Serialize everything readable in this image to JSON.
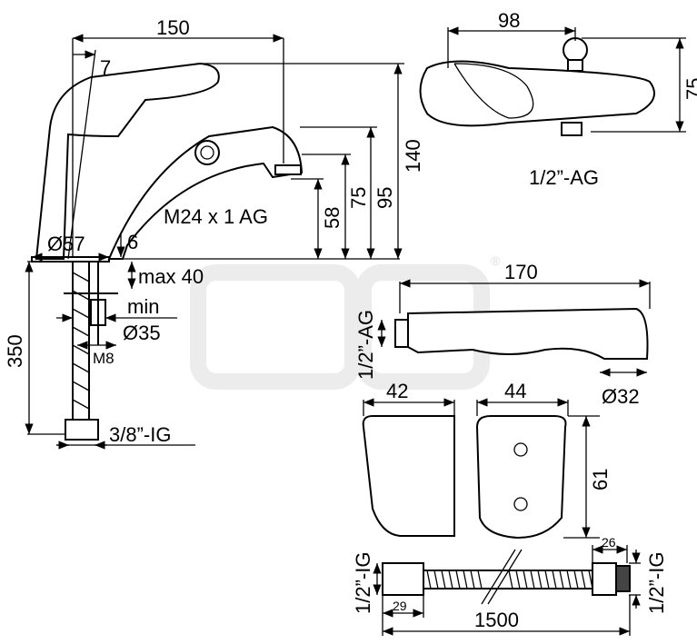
{
  "diagram": {
    "side_view": {
      "width_150": "150",
      "angle_7": "7",
      "height_140": "140",
      "height_95": "95",
      "height_75": "75",
      "height_58": "58",
      "thread_label": "M24 x 1 AG",
      "base_diameter": "Ø57",
      "base_6": "6"
    },
    "top_view": {
      "width_98": "98",
      "depth_75": "75",
      "thread_label": "1/2”-AG"
    },
    "connection": {
      "length_350": "350",
      "max_label": "max 40",
      "min_label": "min",
      "hole_diameter": "Ø35",
      "bolt": "M8",
      "thread_label": "3/8”-IG"
    },
    "shower_head": {
      "length_170": "170",
      "thread_label": "1/2”-AG",
      "diameter": "Ø32"
    },
    "holder": {
      "width_42": "42",
      "width_44": "44",
      "height_61": "61"
    },
    "hose": {
      "length_1500": "1500",
      "left_29": "29",
      "right_26": "26",
      "left_thread": "1/2”-IG",
      "right_thread": "1/2”-IG"
    },
    "watermark_mark": "®"
  }
}
